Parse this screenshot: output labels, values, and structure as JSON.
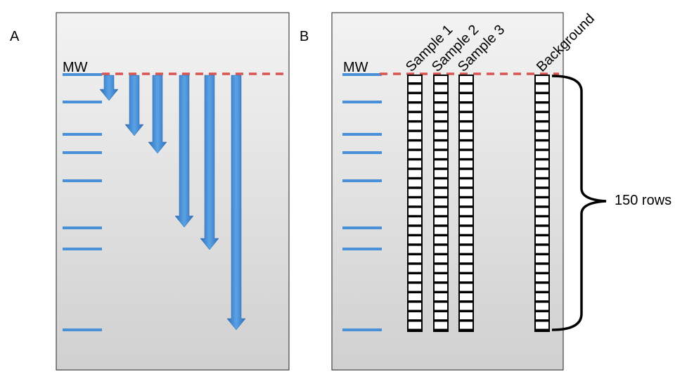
{
  "panel_a": {
    "letter": "A",
    "mw_label": "MW",
    "marker_bands": 8,
    "migration_arrows": 6
  },
  "panel_b": {
    "letter": "B",
    "mw_label": "MW",
    "marker_bands": 8,
    "lanes": [
      {
        "label": "Sample 1"
      },
      {
        "label": "Sample 2"
      },
      {
        "label": "Sample 3"
      },
      {
        "label": "Background"
      }
    ],
    "brace_label": "150 rows"
  },
  "colors": {
    "band": "#4a90d9",
    "arrow": "#3d86d0",
    "dashed_line": "#d9534f",
    "panel_top": "#f3f3f3",
    "panel_bottom": "#d2d2d2"
  }
}
